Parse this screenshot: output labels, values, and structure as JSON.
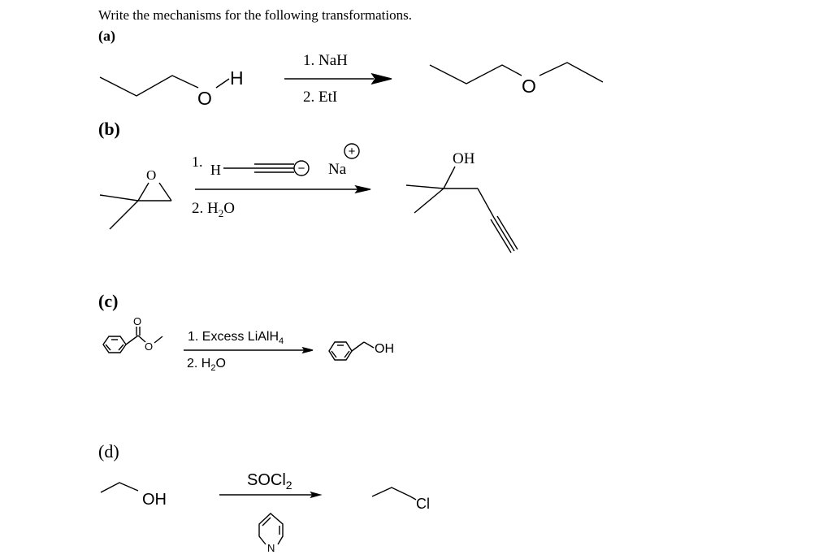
{
  "question": "Write the mechanisms for the following transformations.",
  "part_a": {
    "label": "(a)",
    "start_atom_o": "O",
    "start_atom_h": "H",
    "step1": "1. NaH",
    "step2": "2. EtI",
    "product_atom_o": "O"
  },
  "part_b": {
    "label": "(b)",
    "epoxide_atom_o": "O",
    "step1_num": "1.",
    "step1_h": "H",
    "step1_na": "Na",
    "charge_plus": "+",
    "charge_minus": "−",
    "step2_prefix": "2. H",
    "step2_sub": "2",
    "step2_suffix": "O",
    "product_oh": "OH"
  },
  "part_c": {
    "label": "(c)",
    "ester_o_carbonyl": "O",
    "ester_o_ether": "O",
    "step1_prefix": "1. Excess LiAlH",
    "step1_sub": "4",
    "step2_prefix": "2. H",
    "step2_sub": "2",
    "step2_suffix": "O",
    "product_oh": "OH"
  },
  "part_d": {
    "label": "(d)",
    "start_oh": "OH",
    "reagent_prefix": "SOCl",
    "reagent_sub": "2",
    "pyridine_n": "N",
    "product_cl": "Cl"
  }
}
